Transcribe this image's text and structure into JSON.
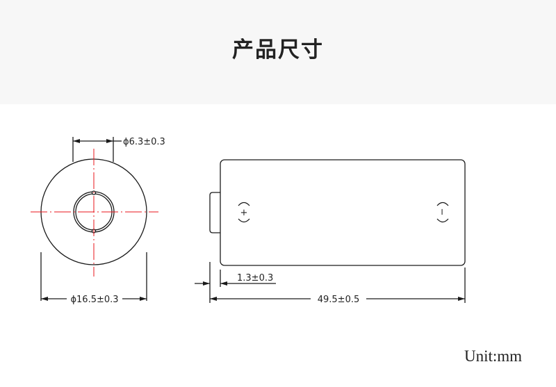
{
  "header": {
    "title": "产品尺寸"
  },
  "diagram": {
    "end_view": {
      "inner_diameter": "ϕ6.3±0.3",
      "outer_diameter": "ϕ16.5±0.3"
    },
    "side_view": {
      "terminal_height": "1.3±0.3",
      "length": "49.5±0.5",
      "positive_mark": "+",
      "negative_mark": "−"
    },
    "line_color": "#1a1a1a",
    "centerline_color": "#e8141b"
  },
  "footer": {
    "unit": "Unit:mm"
  }
}
